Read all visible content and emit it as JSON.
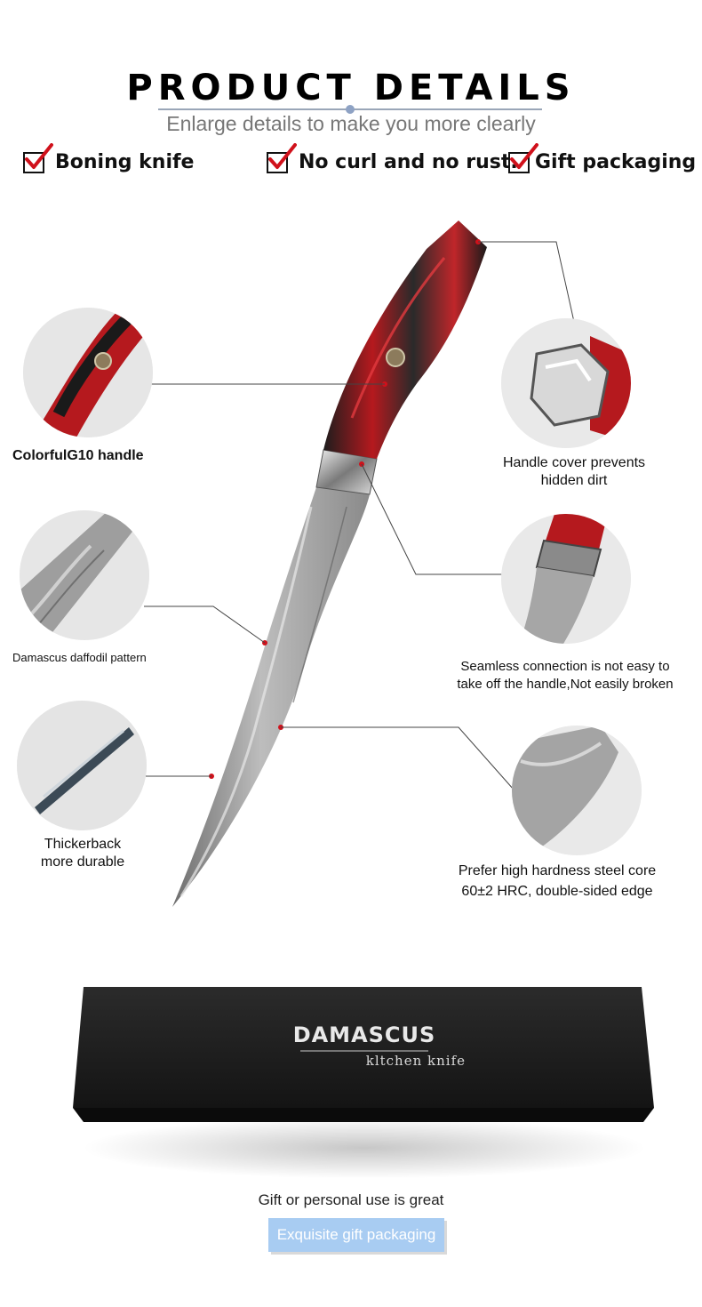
{
  "header": {
    "title": "PRODUCT DETAILS",
    "subtitle": "Enlarge details to make you more clearly"
  },
  "features": [
    {
      "label": "Boning knife"
    },
    {
      "label": "No curl and no rust."
    },
    {
      "label": "Gift packaging"
    }
  ],
  "details": {
    "handle": "ColorfulG10 handle",
    "handle_cover_line1": "Handle cover prevents",
    "handle_cover_line2": "hidden dirt",
    "pattern": "Damascus daffodil pattern",
    "connection_line1": "Seamless connection is not easy to",
    "connection_line2": "take off the handle,Not easily broken",
    "back_line1": "Thickerback",
    "back_line2": "more durable",
    "core_line1": "Prefer high hardness steel core",
    "core_line2": "60±2 HRC, double-sided edge"
  },
  "box": {
    "brand": "DAMASCUS",
    "subtitle": "kltchen knife"
  },
  "gift": {
    "caption": "Gift or personal use is great",
    "button": "Exquisite gift packaging"
  },
  "colors": {
    "accent_red": "#d0111b",
    "handle_red": "#b5191e",
    "button_blue": "#a8ccf2"
  }
}
